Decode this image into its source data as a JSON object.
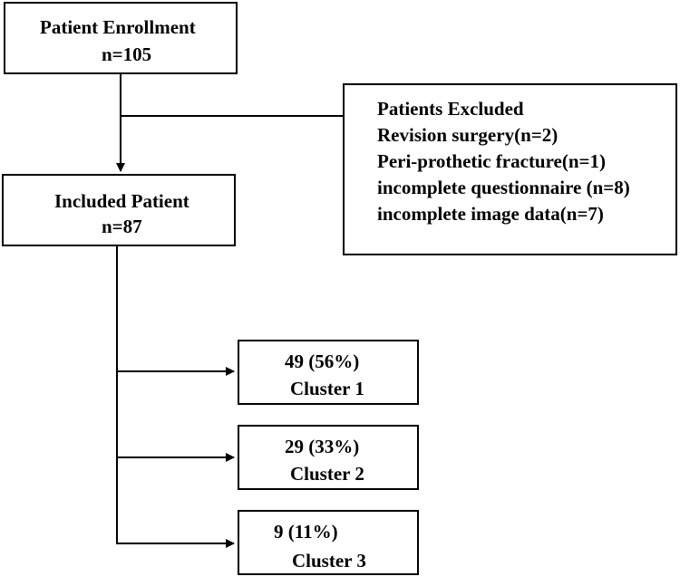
{
  "enrollment": {
    "title": "Patient Enrollment",
    "count": "n=105"
  },
  "excluded": {
    "title": "Patients Excluded",
    "items": [
      "Revision surgery(n=2)",
      "Peri-prothetic fracture(n=1)",
      "incomplete questionnaire (n=8)",
      "incomplete image data(n=7)"
    ]
  },
  "included": {
    "title": "Included Patient",
    "count": "n=87"
  },
  "clusters": [
    {
      "value": "49 (56%)",
      "label": "Cluster 1"
    },
    {
      "value": "29 (33%)",
      "label": "Cluster 2"
    },
    {
      "value": "9 (11%)",
      "label": "Cluster 3"
    }
  ]
}
